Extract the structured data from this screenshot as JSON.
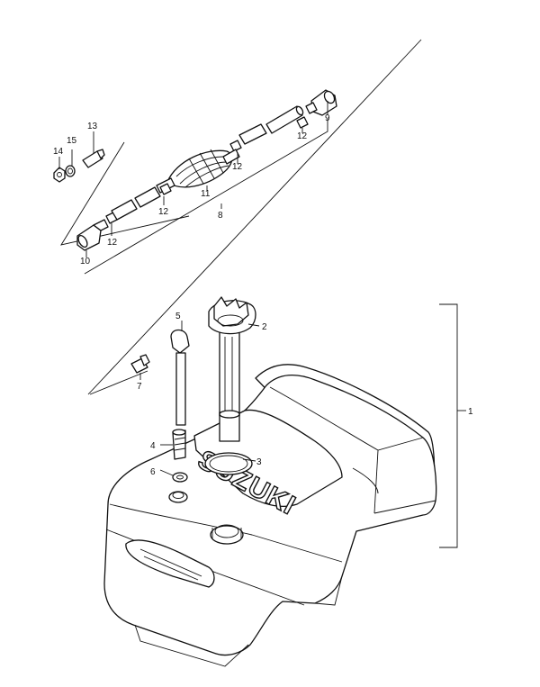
{
  "brand_text": "SUZUKI",
  "callouts": {
    "c1": "1",
    "c2": "2",
    "c3": "3",
    "c4": "4",
    "c5": "5",
    "c6": "6",
    "c7": "7",
    "c8": "8",
    "c9": "9",
    "c10": "10",
    "c11": "11",
    "c12a": "12",
    "c12b": "12",
    "c12c": "12",
    "c12d": "12",
    "c13": "13",
    "c14": "14",
    "c15": "15"
  }
}
